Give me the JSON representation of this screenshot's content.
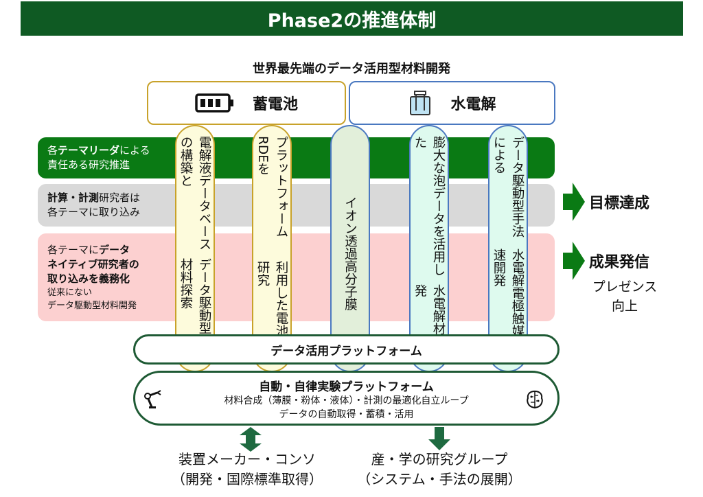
{
  "title": "Phase2の推進体制",
  "subtitle": "世界最先端のデータ活用型材料開発",
  "themes": {
    "battery": "蓄電池",
    "water": "水電解"
  },
  "rows": {
    "leader": {
      "line1_bold": "テーマリーダ",
      "line1_pre": "各",
      "line1_post": "による",
      "line2": "責任ある研究推進"
    },
    "calc": {
      "line1_bold": "計算・計測",
      "line1_post": "研究者は",
      "line2": "各テーマに取り込み"
    },
    "native": {
      "line1_pre": "各テーマに",
      "line1_bold": "データ",
      "line2": "ネイティブ研究者の",
      "line3": "取り込みを義務化",
      "line4": "従来にない",
      "line5": "データ駆動型材料開発"
    }
  },
  "projects": [
    {
      "col1": "電解液データベースの構築と",
      "col2": "データ駆動型革新材料探索"
    },
    {
      "col1": "プラットフォーム RDEを",
      "col2": "利用した電池材料研究"
    },
    {
      "col1": "イオン透過高分子膜",
      "col2": ""
    },
    {
      "col1": "膨大な泡データを活用した",
      "col2": "水電解材料開発"
    },
    {
      "col1": "データ駆動型手法による",
      "col2": "水電解電極触媒の高速開発"
    }
  ],
  "goals": {
    "goal1": "目標達成",
    "goal2": "成果発信",
    "goal2_sub1": "プレゼンス",
    "goal2_sub2": "向上"
  },
  "data_platform": "データ活用プラットフォーム",
  "auto_platform": {
    "title": "自動・自律実験プラットフォーム",
    "line1": "材料合成（薄膜・粉体・液体）・計測の最適化自立ループ",
    "line2": "データの自動取得・蓄積・活用"
  },
  "bottom": {
    "left_line1": "装置メーカー・コンソ",
    "left_line2": "（開発・国際標準取得）",
    "right_line1": "産・学の研究グループ",
    "right_line2": "（システム・手法の展開）"
  },
  "colors": {
    "title_bg": "#0f5a23",
    "leader_row": "#0a7a14",
    "calc_row": "#d9d9d9",
    "native_row": "#fcd0d0",
    "arrow": "#0a7a14",
    "bottom_arrow": "#1e6a40"
  }
}
